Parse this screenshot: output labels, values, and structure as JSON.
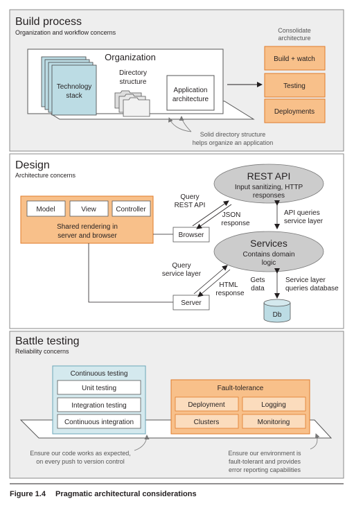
{
  "build": {
    "title": "Build process",
    "subtitle": "Organization and workflow concerns",
    "organization": "Organization",
    "tech_stack_line1": "Technology",
    "tech_stack_line2": "stack",
    "dir_line1": "Directory",
    "dir_line2": "structure",
    "app_line1": "Application",
    "app_line2": "architecture",
    "consolidate_line1": "Consolidate",
    "consolidate_line2": "architecture",
    "items": [
      "Build + watch",
      "Testing",
      "Deployments"
    ],
    "note_line1": "Solid directory structure",
    "note_line2": "helps organize an application"
  },
  "design": {
    "title": "Design",
    "subtitle": "Architecture concerns",
    "mvc": [
      "Model",
      "View",
      "Controller"
    ],
    "shared_line1": "Shared rendering in",
    "shared_line2": "server and browser",
    "browser": "Browser",
    "server": "Server",
    "rest_title": "REST API",
    "rest_line1": "Input sanitizing, HTTP",
    "rest_line2": "responses",
    "services_title": "Services",
    "services_line1": "Contains domain",
    "services_line2": "logic",
    "db": "Db",
    "query_rest_1": "Query",
    "query_rest_2": "REST API",
    "json_1": "JSON",
    "json_2": "response",
    "api_queries_1": "API queries",
    "api_queries_2": "service layer",
    "query_service_1": "Query",
    "query_service_2": "service layer",
    "html_1": "HTML",
    "html_2": "response",
    "gets_1": "Gets",
    "gets_2": "data",
    "service_db_1": "Service layer",
    "service_db_2": "queries database"
  },
  "battle": {
    "title": "Battle testing",
    "subtitle": "Reliability concerns",
    "ct_title": "Continuous testing",
    "ct_items": [
      "Unit testing",
      "Integration testing",
      "Continuous integration"
    ],
    "ft_title": "Fault-tolerance",
    "ft_items": [
      "Deployment",
      "Logging",
      "Clusters",
      "Monitoring"
    ],
    "note_left_1": "Ensure our code works as expected,",
    "note_left_2": "on every push to version control",
    "note_right_1": "Ensure our environment is",
    "note_right_2": "fault-tolerant and provides",
    "note_right_3": "error reporting capabilities"
  },
  "figure": {
    "number": "Figure 1.4",
    "caption": "Pragmatic architectural considerations"
  },
  "colors": {
    "panel": "#eeeeee",
    "orange": "#f8c08a",
    "orange_border": "#e07b2a",
    "blue": "#d4e9ee",
    "blue_border": "#6aa6b8",
    "ellipse": "#cccccc"
  }
}
